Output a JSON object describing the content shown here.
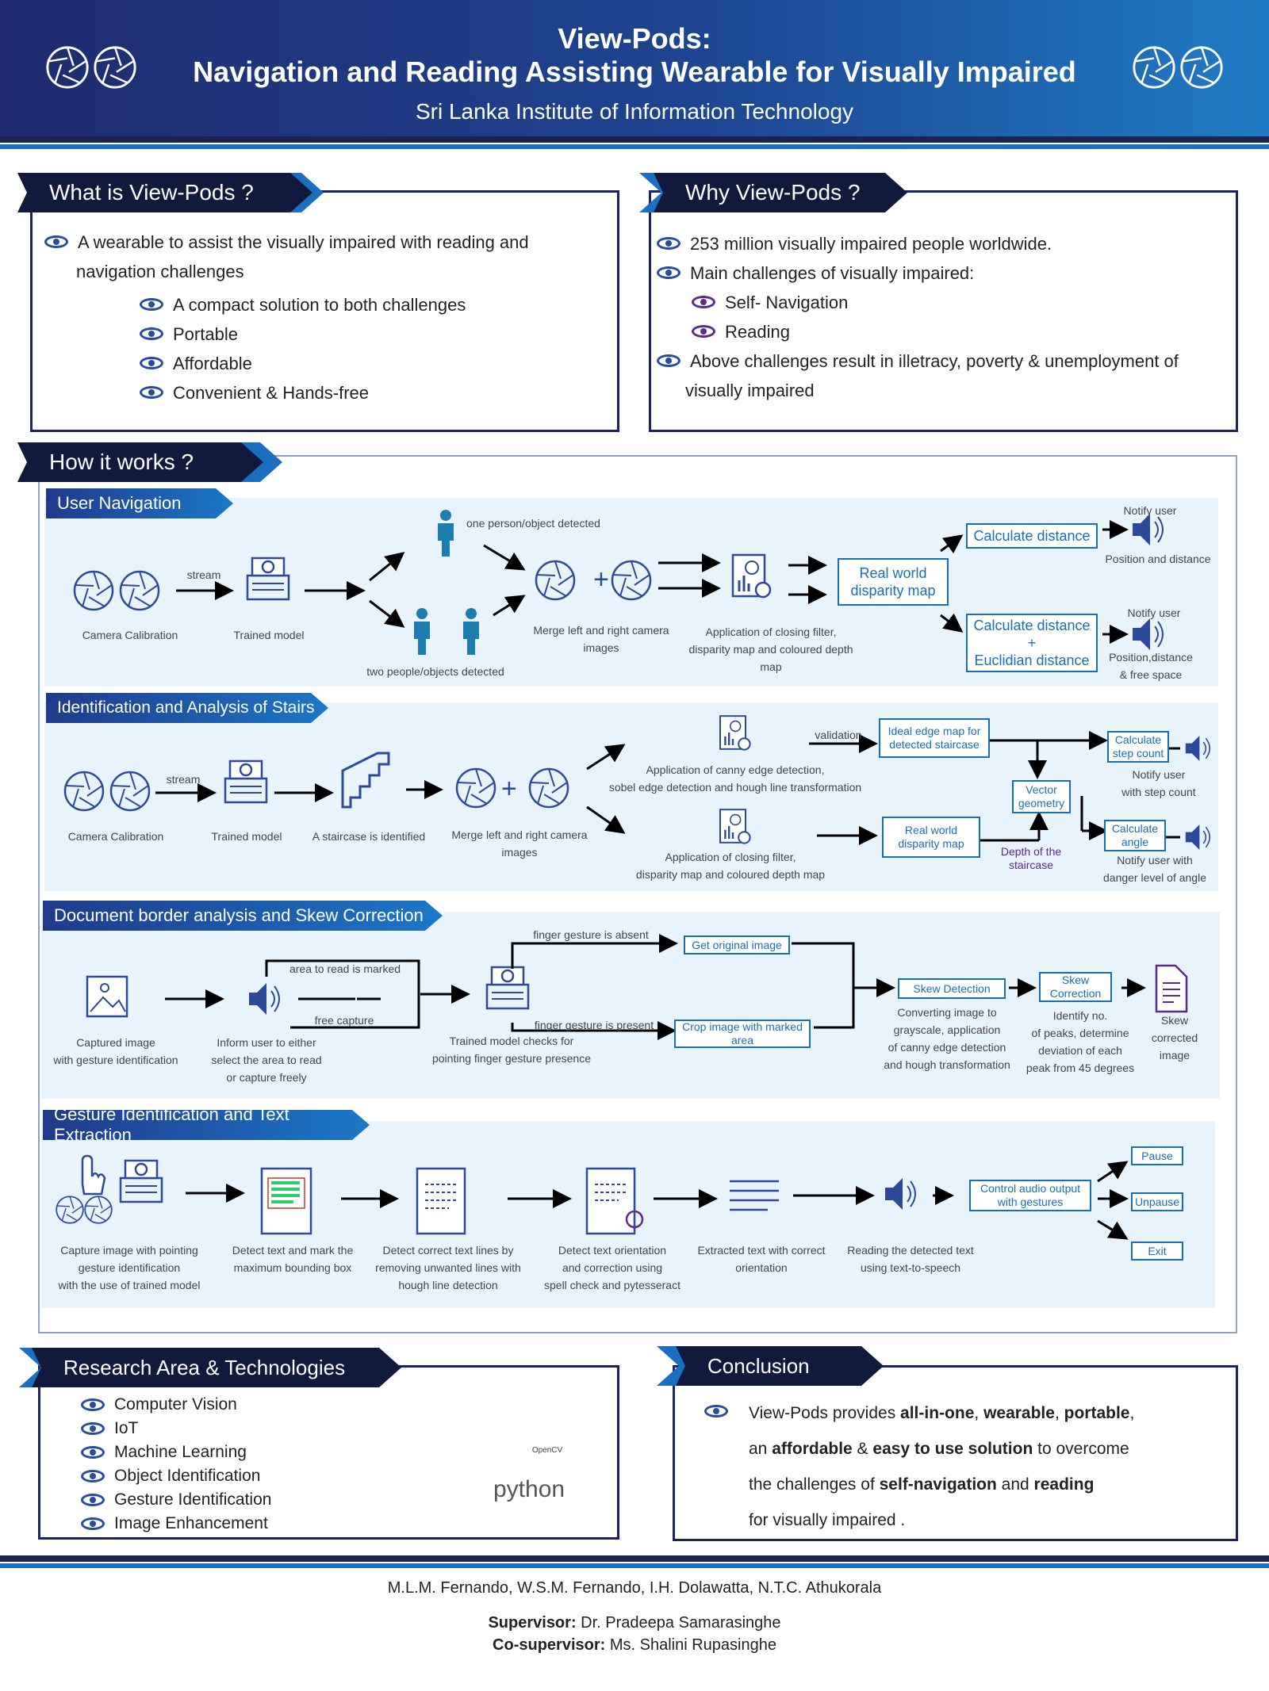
{
  "header": {
    "title": "View-Pods:",
    "subtitle": "Navigation and Reading Assisting Wearable for Visually Impaired",
    "institute": "Sri Lanka Institute of Information Technology"
  },
  "what": {
    "title": "What is View-Pods ?",
    "items": [
      "A wearable to assist the visually impaired with reading and",
      "navigation challenges",
      "A compact solution to both challenges",
      "Portable",
      "Affordable",
      "Convenient & Hands-free"
    ]
  },
  "why": {
    "title": "Why View-Pods ?",
    "items": [
      "253 million visually impaired people worldwide.",
      "Main challenges of visually impaired:",
      "Self- Navigation",
      "Reading",
      "Above challenges result in illetracy, poverty & unemployment of",
      "visually impaired"
    ]
  },
  "how": {
    "title": "How it works ?"
  },
  "nav": {
    "title": "User Navigation",
    "stream": "stream",
    "cam": "Camera Calibration",
    "model": "Trained model",
    "one": "one person/object detected",
    "two": "two people/objects detected",
    "merge": [
      "Merge left and right camera",
      "images"
    ],
    "closing": [
      "Application of closing filter,",
      "disparity map and coloured depth",
      "map"
    ],
    "disparity": [
      "Real world",
      "disparity map"
    ],
    "calc1": "Calculate distance",
    "calc2": [
      "Calculate distance",
      "+",
      "Euclidian distance"
    ],
    "notify1": "Notify user",
    "pos1": "Position and distance",
    "notify2": "Notify user",
    "pos2": [
      "Position,distance",
      "& free space"
    ]
  },
  "stairs": {
    "title": "Identification and Analysis of Stairs",
    "stream": "stream",
    "cam": "Camera Calibration",
    "model": "Trained model",
    "stair": "A staircase is identified",
    "merge": [
      "Merge left and right camera",
      "images"
    ],
    "canny": [
      "Application of canny edge detection,",
      "sobel edge detection and hough line transformation"
    ],
    "closing": [
      "Application of closing filter,",
      "disparity map and coloured depth map"
    ],
    "validation": "validation",
    "ideal": [
      "Ideal edge map for",
      "detected staircase"
    ],
    "vector": [
      "Vector",
      "geometry"
    ],
    "disparity": [
      "Real world",
      "disparity map"
    ],
    "depth": [
      "Depth of the",
      "staircase"
    ],
    "step": [
      "Calculate",
      "step count"
    ],
    "angle": [
      "Calculate",
      "angle"
    ],
    "notify1": [
      "Notify user",
      "with step count"
    ],
    "notify2": [
      "Notify user with",
      "danger level of angle"
    ]
  },
  "doc": {
    "title": "Document border analysis and Skew Correction",
    "captured": [
      "Captured image",
      "with gesture identification"
    ],
    "inform": [
      "Inform user to either",
      "select the area to read",
      "or capture freely"
    ],
    "marked": "area to read is marked",
    "free": "free capture",
    "model": [
      "Trained model checks for",
      "pointing finger gesture presence"
    ],
    "absent": "finger gesture is absent",
    "present": "finger gesture is present",
    "orig": "Get original image",
    "crop": [
      "Crop image with marked",
      "area"
    ],
    "skew": "Skew Detection",
    "skewc": [
      "Skew",
      "Correction"
    ],
    "convert": [
      "Converting image to",
      "grayscale, application",
      "of canny edge detection",
      "and hough transformation"
    ],
    "identify": [
      "Identify no.",
      "of peaks, determine",
      "deviation of each",
      "peak from 45 degrees"
    ],
    "corrected": [
      "Skew",
      "corrected",
      "image"
    ]
  },
  "gesture": {
    "title": "Gesture Identification and Text Extraction",
    "c1": [
      "Capture image with pointing",
      "gesture identification",
      "with the use of trained model"
    ],
    "c2": [
      "Detect text and mark the",
      "maximum bounding box"
    ],
    "c3": [
      "Detect correct text lines by",
      "removing unwanted lines with",
      "hough line detection"
    ],
    "c4": [
      "Detect text orientation",
      "and correction using",
      "spell check and pytesseract"
    ],
    "c5": [
      "Extracted text with correct",
      "orientation"
    ],
    "c6": [
      "Reading the detected text",
      "using text-to-speech"
    ],
    "control": [
      "Control audio output",
      "with gestures"
    ],
    "pause": "Pause",
    "unpause": "Unpause",
    "exit": "Exit"
  },
  "research": {
    "title": "Research Area & Technologies",
    "items": [
      "Computer Vision",
      "IoT",
      "Machine Learning",
      "Object Identification",
      "Gesture Identification",
      "Image Enhancement"
    ],
    "opencv": "OpenCV",
    "python": "python"
  },
  "conclusion": {
    "title": "Conclusion",
    "lines": [
      [
        "View-Pods provides ",
        {
          "b": "all-in-one"
        },
        ", ",
        {
          "b": "wearable"
        },
        ", ",
        {
          "b": "portable"
        },
        ","
      ],
      [
        "an ",
        {
          "b": "affordable"
        },
        " & ",
        {
          "b": "easy to use solution"
        },
        " to overcome"
      ],
      [
        "the challenges of ",
        {
          "b": "self-navigation"
        },
        " and ",
        {
          "b": "reading"
        }
      ],
      [
        "for visually impaired ."
      ]
    ]
  },
  "footer": {
    "authors": "M.L.M. Fernando, W.S.M. Fernando, I.H. Dolawatta, N.T.C. Athukorala",
    "sup_label": "Supervisor:",
    "sup": " Dr. Pradeepa Samarasinghe",
    "cosup_label": "Co-supervisor:",
    "cosup": " Ms. Shalini Rupasinghe"
  },
  "colors": {
    "navy": "#111a3d",
    "accent": "#1a6fc1",
    "node": "#1b6db8",
    "panel": "#e8f3fc"
  }
}
